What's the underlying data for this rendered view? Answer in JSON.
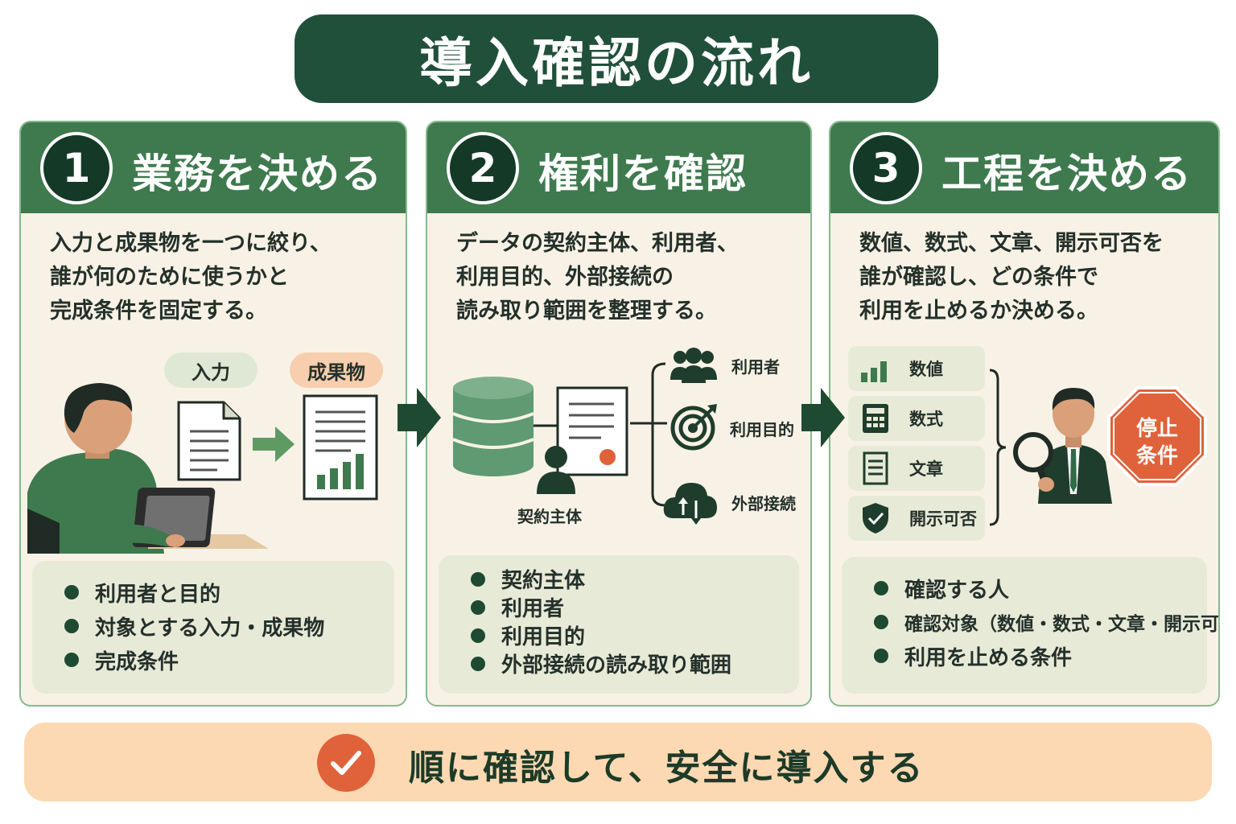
{
  "title": "導入確認の流れ",
  "steps": [
    {
      "number": "1",
      "title": "業務を決める",
      "description": [
        "入力と成果物を一つに絞り、",
        "誰が何のために使うかと",
        "完成条件を固定する。"
      ],
      "illustration": {
        "input_label": "入力",
        "output_label": "成果物"
      },
      "bullets": [
        "利用者と目的",
        "対象とする入力・成果物",
        "完成条件"
      ]
    },
    {
      "number": "2",
      "title": "権利を確認",
      "description": [
        "データの契約主体、利用者、",
        "利用目的、外部接続の",
        "読み取り範囲を整理する。"
      ],
      "illustration": {
        "contract_label": "契約主体",
        "users_label": "利用者",
        "purpose_label": "利用目的",
        "external_label": "外部接続"
      },
      "bullets": [
        "契約主体",
        "利用者",
        "利用目的",
        "外部接続の読み取り範囲"
      ]
    },
    {
      "number": "3",
      "title": "工程を決める",
      "description": [
        "数値、数式、文章、開示可否を",
        "誰が確認し、どの条件で",
        "利用を止めるか決める。"
      ],
      "illustration": {
        "items": [
          "数値",
          "数式",
          "文章",
          "開示可否"
        ],
        "stop_line1": "停止",
        "stop_line2": "条件"
      },
      "bullets": [
        "確認する人",
        "確認対象（数値・数式・文章・開示可否）",
        "利用を止める条件"
      ]
    }
  ],
  "footer": {
    "text": "順に確認して、安全に導入する"
  },
  "colors": {
    "header_green": "#3e7a4e",
    "title_dark_green": "#21503a",
    "panel_cream": "#f8f2e6",
    "accent_orange": "#e0623a",
    "footer_peach": "#fcd9b2"
  }
}
